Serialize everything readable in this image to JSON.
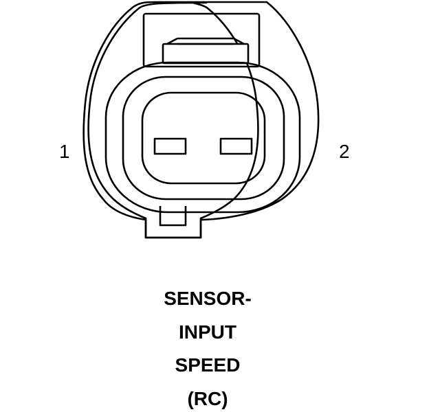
{
  "connector": {
    "pin_labels": [
      "1",
      "2"
    ],
    "cavity_count": 2
  },
  "caption": {
    "lines": [
      "SENSOR-",
      "INPUT",
      "SPEED",
      "(RC)"
    ]
  },
  "colors": {
    "line": "#000000",
    "background": "#ffffff"
  }
}
